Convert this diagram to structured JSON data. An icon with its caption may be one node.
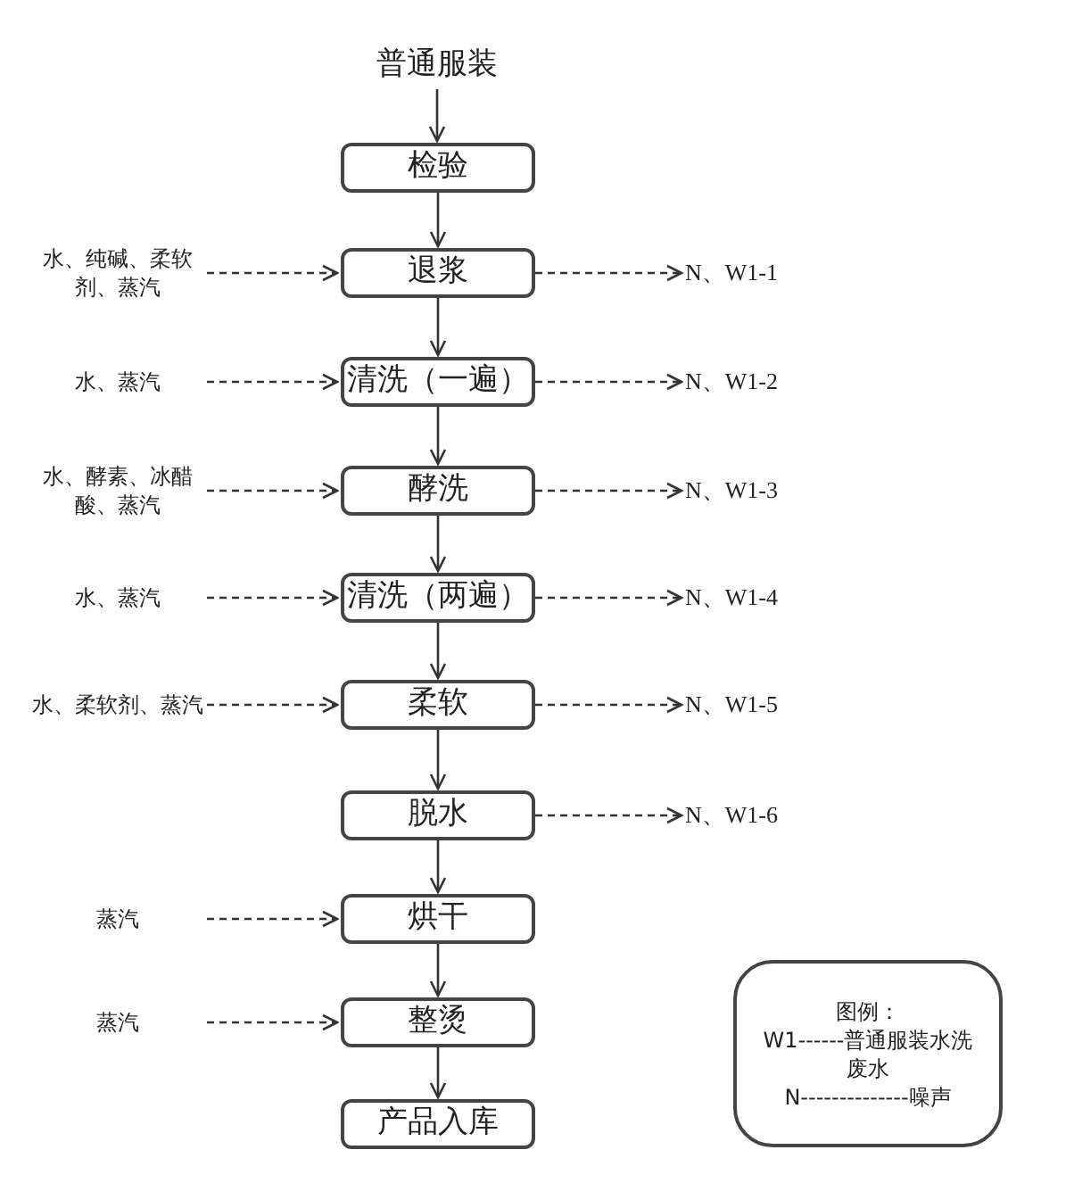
{
  "diagram": {
    "nodes": [
      {
        "text": [
          "普通服装"
        ]
      },
      {
        "text": [
          "检验"
        ]
      },
      {
        "text": [
          "退浆"
        ]
      },
      {
        "text": [
          "清洗（一遍）"
        ]
      },
      {
        "text": [
          "酵洗"
        ]
      },
      {
        "text": [
          "清洗（两遍）"
        ]
      },
      {
        "text": [
          "柔软"
        ]
      },
      {
        "text": [
          "脱水"
        ]
      },
      {
        "text": [
          "烘干"
        ]
      },
      {
        "text": [
          "整烫"
        ]
      },
      {
        "text": [
          "产品入库"
        ]
      },
      {
        "text": [
          "水、纯碱、柔软剂、蒸汽"
        ]
      },
      {
        "text": [
          "水、蒸汽"
        ]
      },
      {
        "text": [
          "水、酵素、冰醋酸、蒸汽"
        ]
      },
      {
        "text": [
          "水、蒸汽"
        ]
      },
      {
        "text": [
          "水、柔软剂、蒸汽"
        ]
      },
      {
        "text": [
          "蒸汽"
        ]
      },
      {
        "text": [
          "蒸汽"
        ]
      },
      {
        "text": [
          "N、W1-1"
        ]
      },
      {
        "text": [
          "N、W1-2"
        ]
      },
      {
        "text": [
          "N、W1-3"
        ]
      },
      {
        "text": [
          "N、W1-4"
        ]
      },
      {
        "text": [
          "N、W1-5"
        ]
      },
      {
        "text": [
          "N、W1-6"
        ]
      },
      {
        "text": [
          "图例：",
          "W1------普通服装水洗废水",
          "N--------------噪声"
        ]
      }
    ],
    "edges": [
      {
        "from": 0,
        "to": 1,
        "arrow": "to"
      },
      {
        "from": 1,
        "to": 2,
        "arrow": "to"
      },
      {
        "from": 2,
        "to": 3,
        "arrow": "to"
      },
      {
        "from": 3,
        "to": 4,
        "arrow": "to"
      },
      {
        "from": 4,
        "to": 5,
        "arrow": "to"
      },
      {
        "from": 5,
        "to": 6,
        "arrow": "to"
      },
      {
        "from": 6,
        "to": 7,
        "arrow": "to"
      },
      {
        "from": 7,
        "to": 8,
        "arrow": "to"
      },
      {
        "from": 8,
        "to": 9,
        "arrow": "to"
      },
      {
        "from": 9,
        "to": 10,
        "arrow": "to"
      },
      {
        "from": 11,
        "to": 2,
        "arrow": "to",
        "style": "dashed"
      },
      {
        "from": 12,
        "to": 3,
        "arrow": "to",
        "style": "dashed"
      },
      {
        "from": 13,
        "to": 4,
        "arrow": "to",
        "style": "dashed"
      },
      {
        "from": 14,
        "to": 5,
        "arrow": "to",
        "style": "dashed"
      },
      {
        "from": 15,
        "to": 6,
        "arrow": "to",
        "style": "dashed"
      },
      {
        "from": 16,
        "to": 8,
        "arrow": "to",
        "style": "dashed"
      },
      {
        "from": 17,
        "to": 9,
        "arrow": "to",
        "style": "dashed"
      },
      {
        "from": 2,
        "to": 18,
        "arrow": "to",
        "style": "dashed"
      },
      {
        "from": 3,
        "to": 19,
        "arrow": "to",
        "style": "dashed"
      },
      {
        "from": 4,
        "to": 20,
        "arrow": "to",
        "style": "dashed"
      },
      {
        "from": 5,
        "to": 21,
        "arrow": "to",
        "style": "dashed"
      },
      {
        "from": 6,
        "to": 22,
        "arrow": "to",
        "style": "dashed"
      },
      {
        "from": 7,
        "to": 23,
        "arrow": "to",
        "style": "dashed"
      }
    ]
  }
}
